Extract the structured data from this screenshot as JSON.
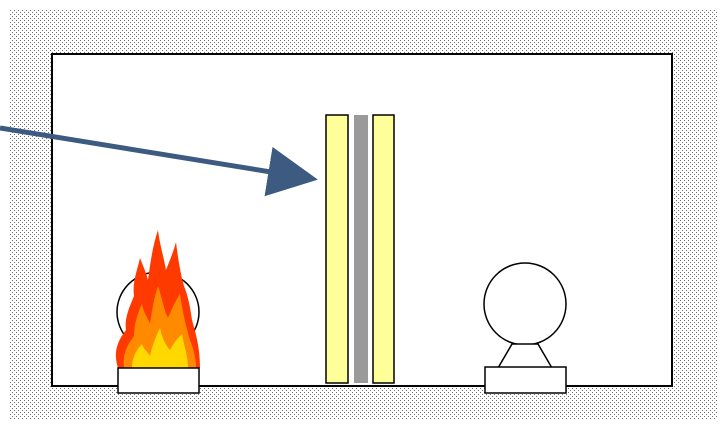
{
  "colors": {
    "background": "#ffffff",
    "speckle": "#6e6e6e",
    "outline": "#000000",
    "panel_face": "#ffff99",
    "panel_core": "#9a9a9a",
    "arrow": "#3d5a80",
    "flame_outer": "#ff3a00",
    "flame_mid": "#ff8a00",
    "flame_inner": "#ffd800",
    "mount_fill": "#ffffff"
  },
  "icons": {
    "fire_source": "fire-icon",
    "heat_sensor": "sphere-sensor-icon",
    "pointer": "arrow-icon"
  },
  "diagram": {
    "elements": [
      "enclosure",
      "fire-source-sphere",
      "flames",
      "test-panel",
      "sensor-sphere",
      "arrow"
    ]
  }
}
